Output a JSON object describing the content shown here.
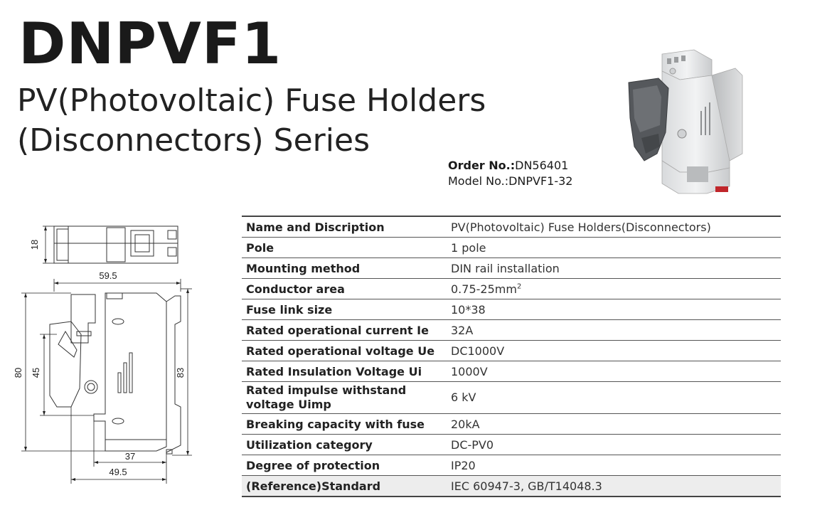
{
  "header": {
    "title": "DNPVF1",
    "subtitle_line1": "PV(Photovoltaic) Fuse Holders",
    "subtitle_line2": "(Disconnectors) Series"
  },
  "order": {
    "order_label": "Order No.:",
    "order_value": "DN56401",
    "model_label": "Model No.:",
    "model_value": "DNPVF1-32"
  },
  "drawing": {
    "dim_18": "18",
    "dim_59_5": "59.5",
    "dim_80": "80",
    "dim_45": "45",
    "dim_83": "83",
    "dim_37": "37",
    "dim_49_5": "49.5"
  },
  "specs": [
    {
      "key": "Name and Discription",
      "value": "PV(Photovoltaic) Fuse Holders(Disconnectors)"
    },
    {
      "key": "Pole",
      "value": "1 pole"
    },
    {
      "key": "Mounting method",
      "value": "DIN rail installation"
    },
    {
      "key": "Conductor area",
      "value": "0.75-25mm",
      "sup": "2"
    },
    {
      "key": "Fuse link size",
      "value": "10*38"
    },
    {
      "key": "Rated operational current  Ie",
      "value": "32A"
    },
    {
      "key": "Rated operational voltage Ue",
      "value": "DC1000V"
    },
    {
      "key": "Rated Insulation Voltage Ui",
      "value": "1000V"
    },
    {
      "key_line1": "Rated impulse withstand",
      "key_line2": "voltage Uimp",
      "value": "6 kV"
    },
    {
      "key": "Breaking capacity with fuse",
      "value": "20kA"
    },
    {
      "key": "Utilization category",
      "value": "DC-PV0"
    },
    {
      "key": "Degree of protection",
      "value": "IP20"
    },
    {
      "key": "(Reference)Standard",
      "value": "IEC 60947-3, GB/T14048.3"
    }
  ]
}
